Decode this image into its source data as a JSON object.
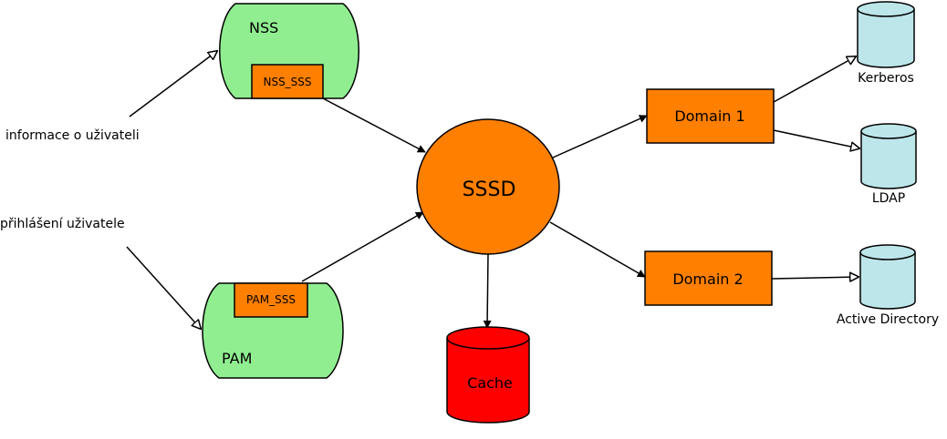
{
  "labels": {
    "nss": "NSS",
    "nss_sss": "NSS_SSS",
    "pam": "PAM",
    "pam_sss": "PAM_SSS",
    "sssd": "SSSD",
    "cache": "Cache",
    "domain1": "Domain 1",
    "domain2": "Domain 2",
    "kerberos": "Kerberos",
    "ldap": "LDAP",
    "active_directory": "Active Directory",
    "user_info": "informace o uživateli",
    "user_login": "přihlášení uživatele"
  },
  "colors": {
    "module_green": "#90ee90",
    "orange": "#ff7f00",
    "cache_red": "#ff0000",
    "db_blue": "#bde6ea",
    "stroke": "#000000"
  }
}
